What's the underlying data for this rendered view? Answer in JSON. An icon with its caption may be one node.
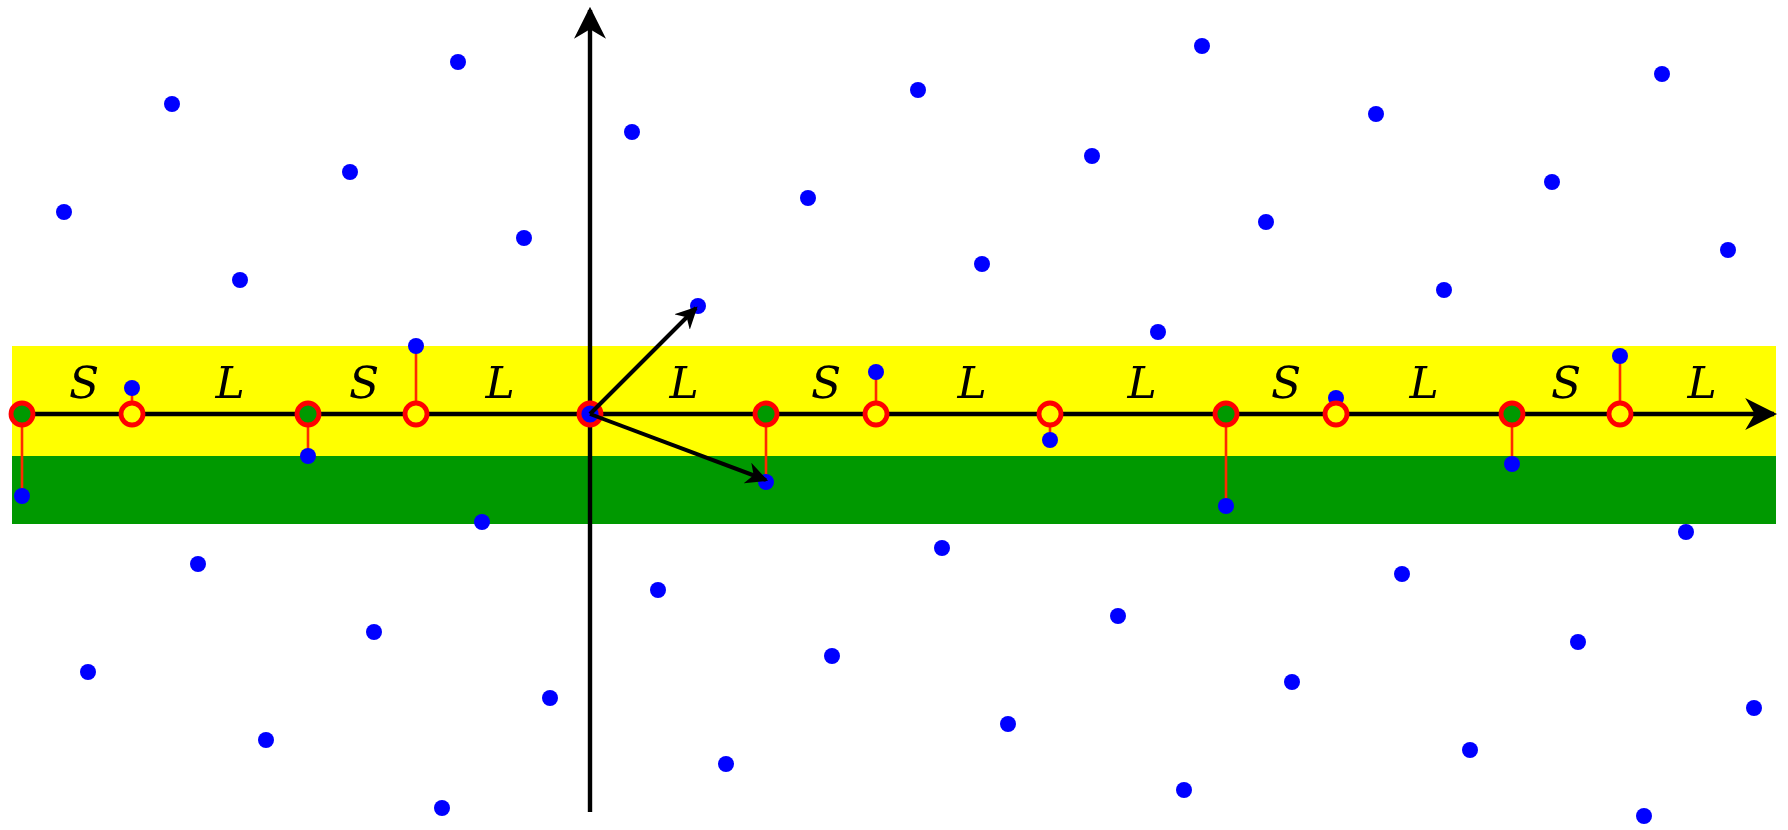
{
  "diagram": {
    "labels": [
      "S",
      "L",
      "S",
      "L",
      "L",
      "S",
      "L",
      "L",
      "S",
      "L",
      "S",
      "L"
    ]
  }
}
